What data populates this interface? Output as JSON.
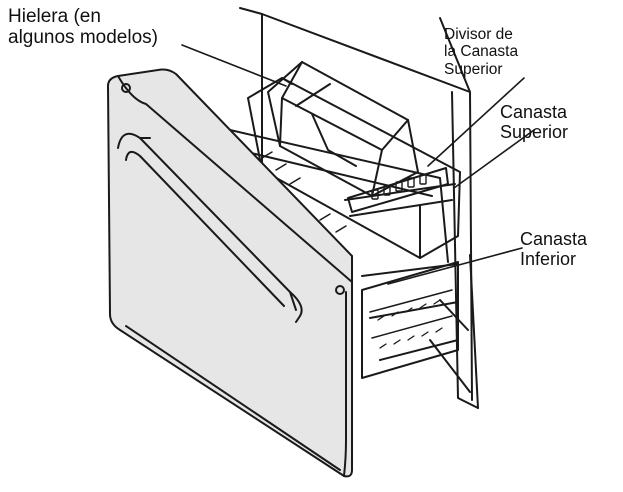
{
  "callouts": {
    "ice_maker": {
      "lines": [
        "Hielera (en",
        "algunos modelos)"
      ]
    },
    "upper_basket_divider": {
      "lines": [
        "Divisor de",
        "la Canasta",
        "Superior"
      ]
    },
    "upper_basket": {
      "lines": [
        "Canasta",
        "Superior"
      ]
    },
    "lower_basket": {
      "lines": [
        "Canasta",
        "Inferior"
      ]
    }
  },
  "colors": {
    "stroke": "#1a1a1a",
    "door_fill": "#e6e6e6",
    "background": "#ffffff"
  }
}
